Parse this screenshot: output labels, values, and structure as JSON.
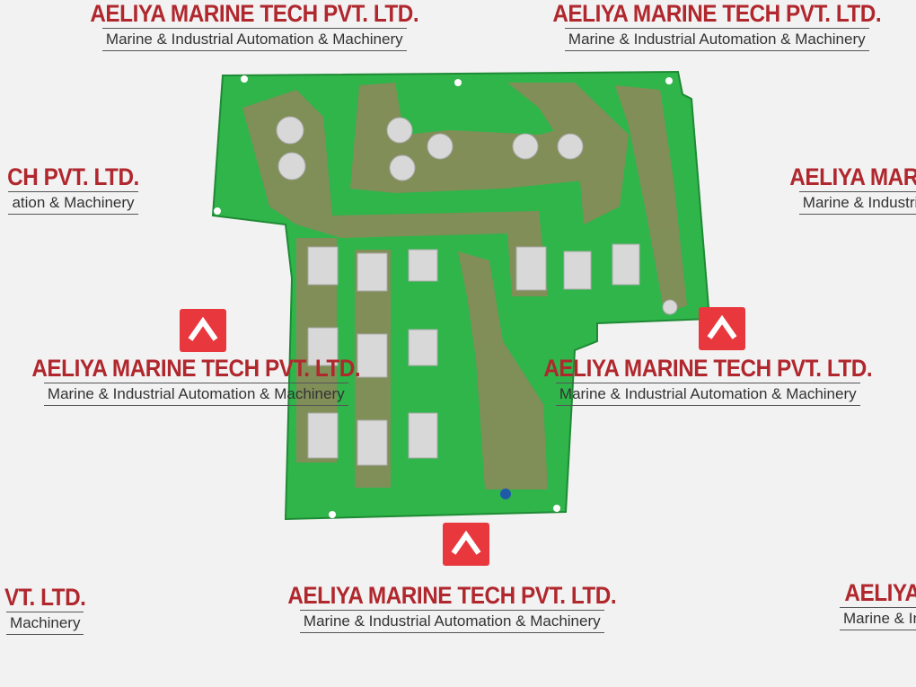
{
  "watermark": {
    "company": "AELIYA MARINE TECH PVT. LTD.",
    "tagline": "Marine & Industrial Automation & Machinery",
    "partial_left_title": "CH PVT. LTD.",
    "partial_left_tagline": "ation & Machinery",
    "partial_right_title": "AELIYA MARIN",
    "partial_right_tagline": "Marine & Industria",
    "partial_bottom_left_title": "VT. LTD.",
    "partial_bottom_left_tagline": "Machinery",
    "partial_bottom_right_title": "AELIYA",
    "partial_bottom_right_tagline": "Marine & In"
  },
  "colors": {
    "brand_red": "#e8383d",
    "board_green": "#2fb54a",
    "copper_tin": "#8a8a5a"
  },
  "subject": {
    "icon": "pcb-board"
  }
}
